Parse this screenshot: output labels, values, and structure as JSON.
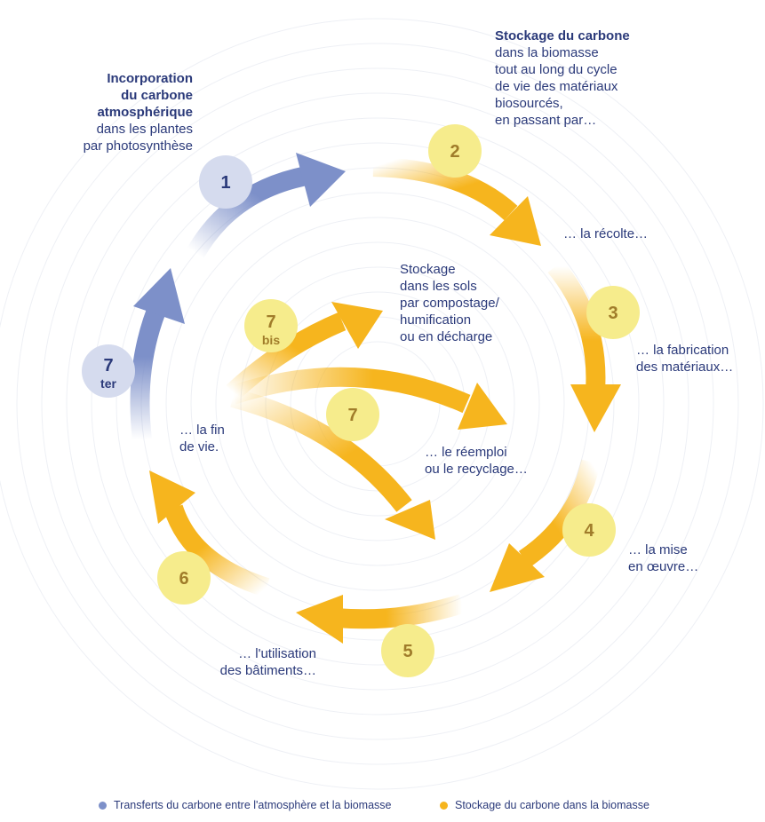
{
  "colors": {
    "blue": "#7d90c9",
    "blue_circle": "#d5dbee",
    "yellow": "#f6b51e",
    "yellow_circle": "#f6ec8c",
    "number_yellow": "#a07c2a",
    "text": "#2b3a7a"
  },
  "steps": [
    {
      "id": "1",
      "number": "1",
      "sub": "",
      "type": "blue"
    },
    {
      "id": "2",
      "number": "2",
      "sub": "",
      "type": "yellow"
    },
    {
      "id": "3",
      "number": "3",
      "sub": "",
      "type": "yellow"
    },
    {
      "id": "4",
      "number": "4",
      "sub": "",
      "type": "yellow"
    },
    {
      "id": "5",
      "number": "5",
      "sub": "",
      "type": "yellow"
    },
    {
      "id": "6",
      "number": "6",
      "sub": "",
      "type": "yellow"
    },
    {
      "id": "7",
      "number": "7",
      "sub": "",
      "type": "yellow"
    },
    {
      "id": "7bis",
      "number": "7",
      "sub": "bis",
      "type": "yellow"
    },
    {
      "id": "7ter",
      "number": "7",
      "sub": "ter",
      "type": "blue"
    }
  ],
  "labels": {
    "step1": {
      "bold": [
        "Incorporation",
        "du carbone",
        "atmosphérique"
      ],
      "normal": [
        "dans les plantes",
        "par photosynthèse"
      ]
    },
    "step2": {
      "bold": [
        "Stockage du carbone"
      ],
      "normal": [
        "dans la biomasse",
        "tout au long du cycle",
        "de vie des matériaux",
        "biosourcés,",
        "en passant par…"
      ]
    },
    "recolte": "… la récolte…",
    "fabrication": [
      "… la fabrication",
      "des matériaux…"
    ],
    "mise_oeuvre": [
      "… la mise",
      "en œuvre…"
    ],
    "utilisation": [
      "… l'utilisation",
      "des bâtiments…"
    ],
    "fin_vie": [
      "… la fin",
      "de vie."
    ],
    "reemploi": [
      "… le réemploi",
      "ou le recyclage…"
    ],
    "sols": [
      "Stockage",
      "dans les sols",
      "par compostage/",
      "humification",
      "ou en décharge"
    ]
  },
  "legend": {
    "blue": "Transferts du carbone entre l'atmosphère et la biomasse",
    "yellow": "Stockage du carbone dans la biomasse"
  }
}
